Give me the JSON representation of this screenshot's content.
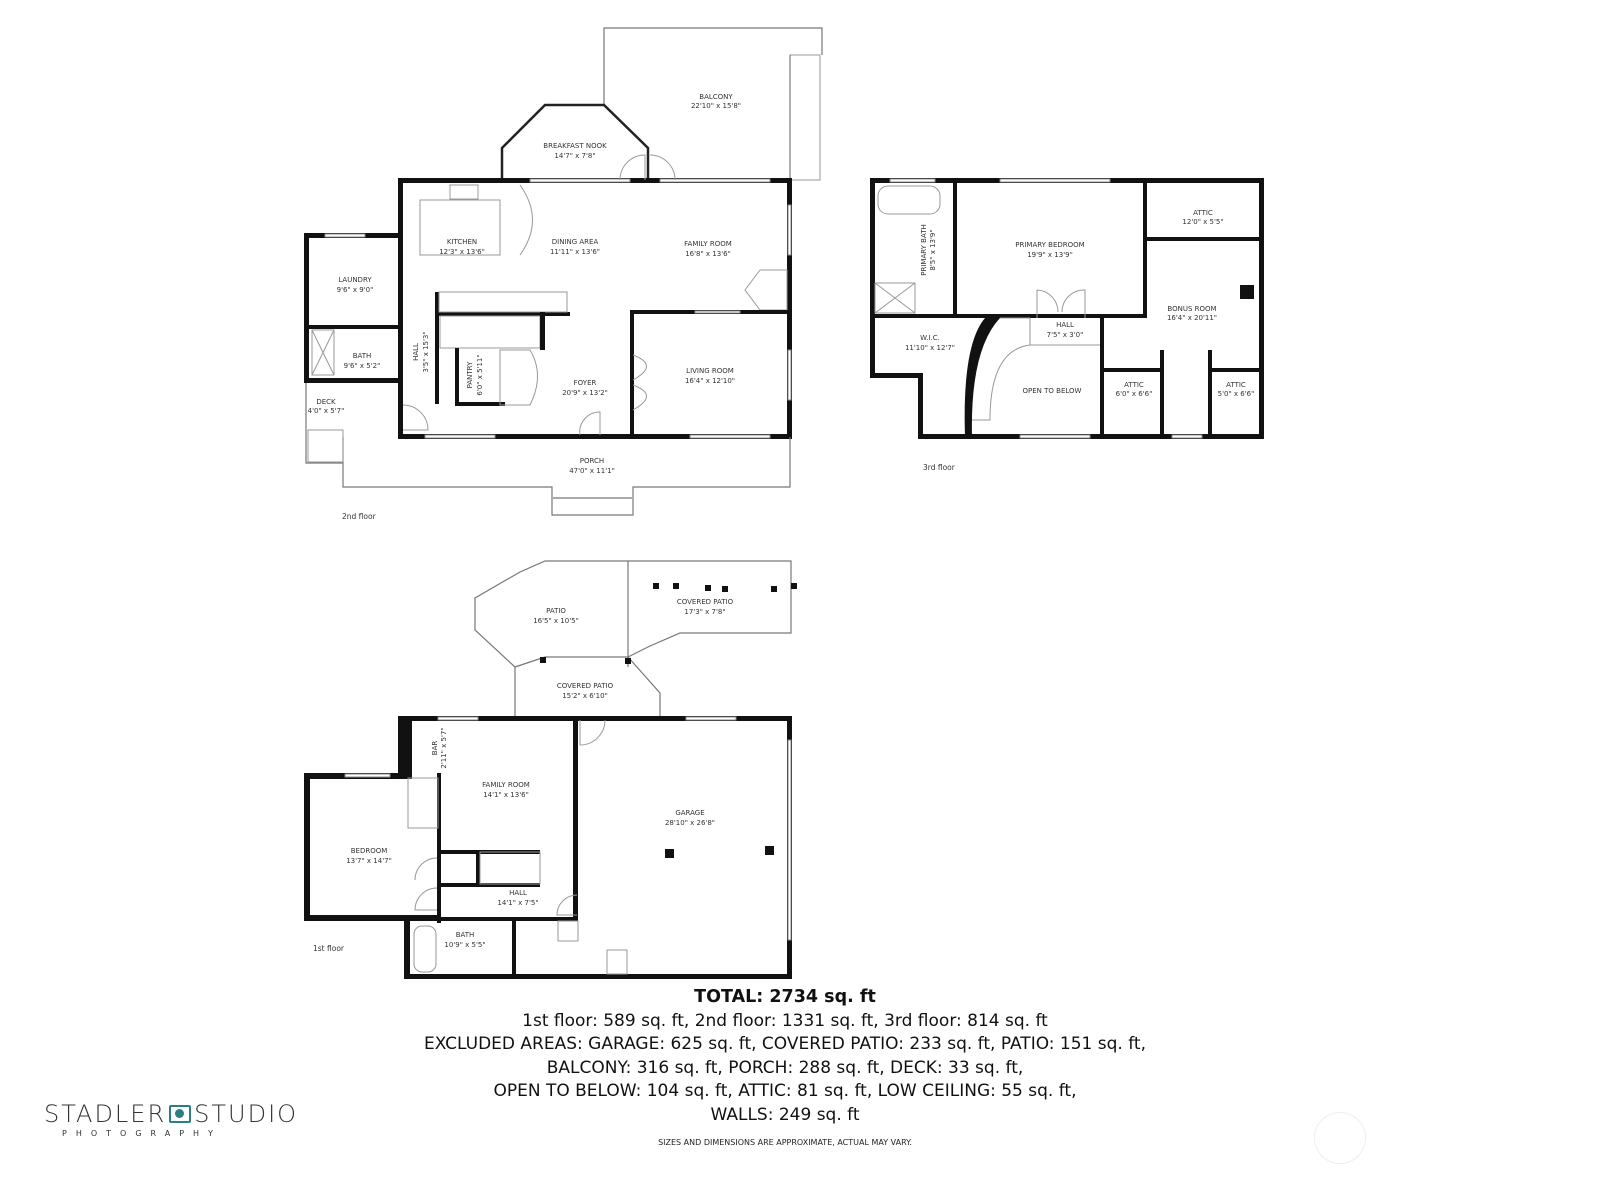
{
  "floors": {
    "second": {
      "label": "2nd floor",
      "rooms": [
        {
          "name": "BALCONY",
          "dims": "22'10\" x 15'8\""
        },
        {
          "name": "BREAKFAST NOOK",
          "dims": "14'7\" x 7'8\""
        },
        {
          "name": "KITCHEN",
          "dims": "12'3\" x 13'6\""
        },
        {
          "name": "DINING AREA",
          "dims": "11'11\" x 13'6\""
        },
        {
          "name": "FAMILY ROOM",
          "dims": "16'8\" x 13'6\""
        },
        {
          "name": "LAUNDRY",
          "dims": "9'6\" x 9'0\""
        },
        {
          "name": "BATH",
          "dims": "9'6\" x 5'2\""
        },
        {
          "name": "HALL",
          "dims": "3'5\" x 15'3\""
        },
        {
          "name": "PANTRY",
          "dims": "6'0\" x 5'11\""
        },
        {
          "name": "FOYER",
          "dims": "20'9\" x 13'2\""
        },
        {
          "name": "LIVING ROOM",
          "dims": "16'4\" x 12'10\""
        },
        {
          "name": "DECK",
          "dims": "4'0\" x 5'7\""
        },
        {
          "name": "PORCH",
          "dims": "47'0\" x 11'1\""
        }
      ]
    },
    "third": {
      "label": "3rd floor",
      "rooms": [
        {
          "name": "PRIMARY BATH",
          "dims": "8'5\" x 13'9\""
        },
        {
          "name": "PRIMARY BEDROOM",
          "dims": "19'9\" x 13'9\""
        },
        {
          "name": "ATTIC",
          "dims": "12'0\" x 5'5\""
        },
        {
          "name": "BONUS ROOM",
          "dims": "16'4\" x 20'11\""
        },
        {
          "name": "W.I.C.",
          "dims": "11'10\" x 12'7\""
        },
        {
          "name": "HALL",
          "dims": "7'5\" x 3'0\""
        },
        {
          "name": "OPEN TO BELOW",
          "dims": ""
        },
        {
          "name": "ATTIC",
          "dims": "6'0\" x 6'6\""
        },
        {
          "name": "ATTIC",
          "dims": "5'0\" x 6'6\""
        }
      ]
    },
    "first": {
      "label": "1st floor",
      "rooms": [
        {
          "name": "PATIO",
          "dims": "16'5\" x 10'5\""
        },
        {
          "name": "COVERED PATIO",
          "dims": "17'3\" x 7'8\""
        },
        {
          "name": "COVERED PATIO",
          "dims": "15'2\" x 6'10\""
        },
        {
          "name": "BAR",
          "dims": "2'11\" x 5'7\""
        },
        {
          "name": "FAMILY ROOM",
          "dims": "14'1\" x 13'6\""
        },
        {
          "name": "GARAGE",
          "dims": "28'10\" x 26'8\""
        },
        {
          "name": "BEDROOM",
          "dims": "13'7\" x 14'7\""
        },
        {
          "name": "HALL",
          "dims": "14'1\" x 7'5\""
        },
        {
          "name": "BATH",
          "dims": "10'9\" x 5'5\""
        }
      ]
    }
  },
  "summary": {
    "total": "TOTAL: 2734 sq. ft",
    "lines": [
      "1st floor: 589 sq. ft, 2nd floor: 1331 sq. ft, 3rd floor: 814 sq. ft",
      "EXCLUDED AREAS: GARAGE: 625 sq. ft, COVERED PATIO: 233 sq. ft, PATIO: 151 sq. ft,",
      "BALCONY: 316 sq. ft, PORCH: 288 sq. ft, DECK: 33 sq. ft,",
      "OPEN TO BELOW: 104 sq. ft, ATTIC: 81 sq. ft, LOW CEILING: 55 sq. ft,",
      "WALLS: 249 sq. ft"
    ],
    "disclaimer": "SIZES AND DIMENSIONS ARE APPROXIMATE, ACTUAL MAY VARY."
  },
  "branding": {
    "logo_text": "STADLER STUDIO",
    "logo_left": "STADLER",
    "logo_right": "STUDIO",
    "logo_sub": "PHOTOGRAPHY",
    "accent": "#2a7f80"
  }
}
